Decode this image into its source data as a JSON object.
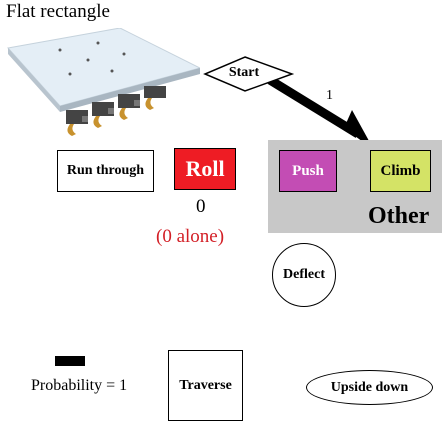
{
  "title": "Flat rectangle",
  "nodes": {
    "start": "Start",
    "run_through": "Run through",
    "roll": "Roll",
    "push": "Push",
    "climb": "Climb",
    "deflect": "Deflect",
    "traverse": "Traverse",
    "upside_down": "Upside down"
  },
  "roll_count": "0",
  "roll_alone": "(0 alone)",
  "group_label": "Other",
  "edge": {
    "from": "Start",
    "to": "Climb",
    "probability": "1"
  },
  "legend": {
    "text": "Probability = 1"
  },
  "colors": {
    "roll": "#ee1c24",
    "push": "#c34db4",
    "climb": "#d4e366",
    "other_group": "#c8c8c8",
    "alone_text": "#d31f26"
  }
}
